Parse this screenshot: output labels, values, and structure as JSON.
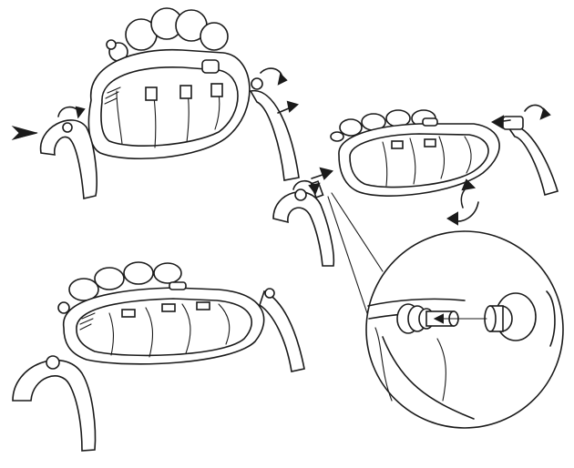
{
  "figure": {
    "panels": [
      {
        "id": "step-1",
        "description_icon": "remove-legs-icon"
      },
      {
        "id": "step-2",
        "description_icon": "attach-legs-icon"
      },
      {
        "id": "step-3",
        "description_icon": "assembled-toy-icon"
      },
      {
        "id": "detail",
        "description_icon": "magnified-connector-icon"
      }
    ],
    "colors": {
      "line": "#1a1a1a",
      "background": "#ffffff"
    }
  }
}
